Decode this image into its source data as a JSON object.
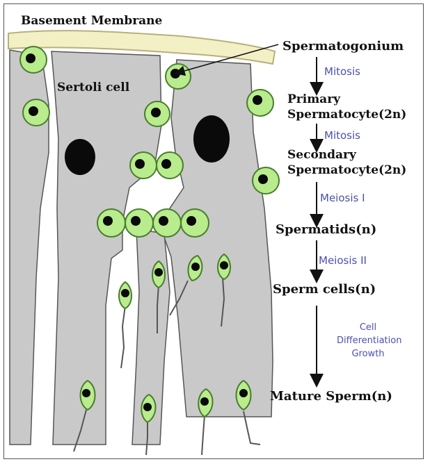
{
  "title": "Basement Membrane",
  "sertoli_label": "Sertoli cell",
  "stages": {
    "spermatogonium": "Spermatogonium",
    "primary_l1": "Primary",
    "primary_l2": "Spermatocyte(2n)",
    "secondary_l1": "Secondary",
    "secondary_l2": "Spermatocyte(2n)",
    "spermatids": "Spermatids(n)",
    "sperm_cells": "Sperm cells(n)",
    "mature": "Mature Sperm(n)"
  },
  "steps": {
    "mitosis_1": "Mitosis",
    "mitosis_2": "Mitosis",
    "meiosis_1": "Meiosis I",
    "meiosis_2": "Meiosis II",
    "diff_l1": "Cell",
    "diff_l2": "Differentiation",
    "diff_l3": "Growth"
  },
  "colors": {
    "membrane": "#f4f0c6",
    "sertoli": "#c9c9c9",
    "cell_fill": "#b8ec8c",
    "nucleus": "#0a0a0a",
    "step_text": "#4a4fb0"
  }
}
